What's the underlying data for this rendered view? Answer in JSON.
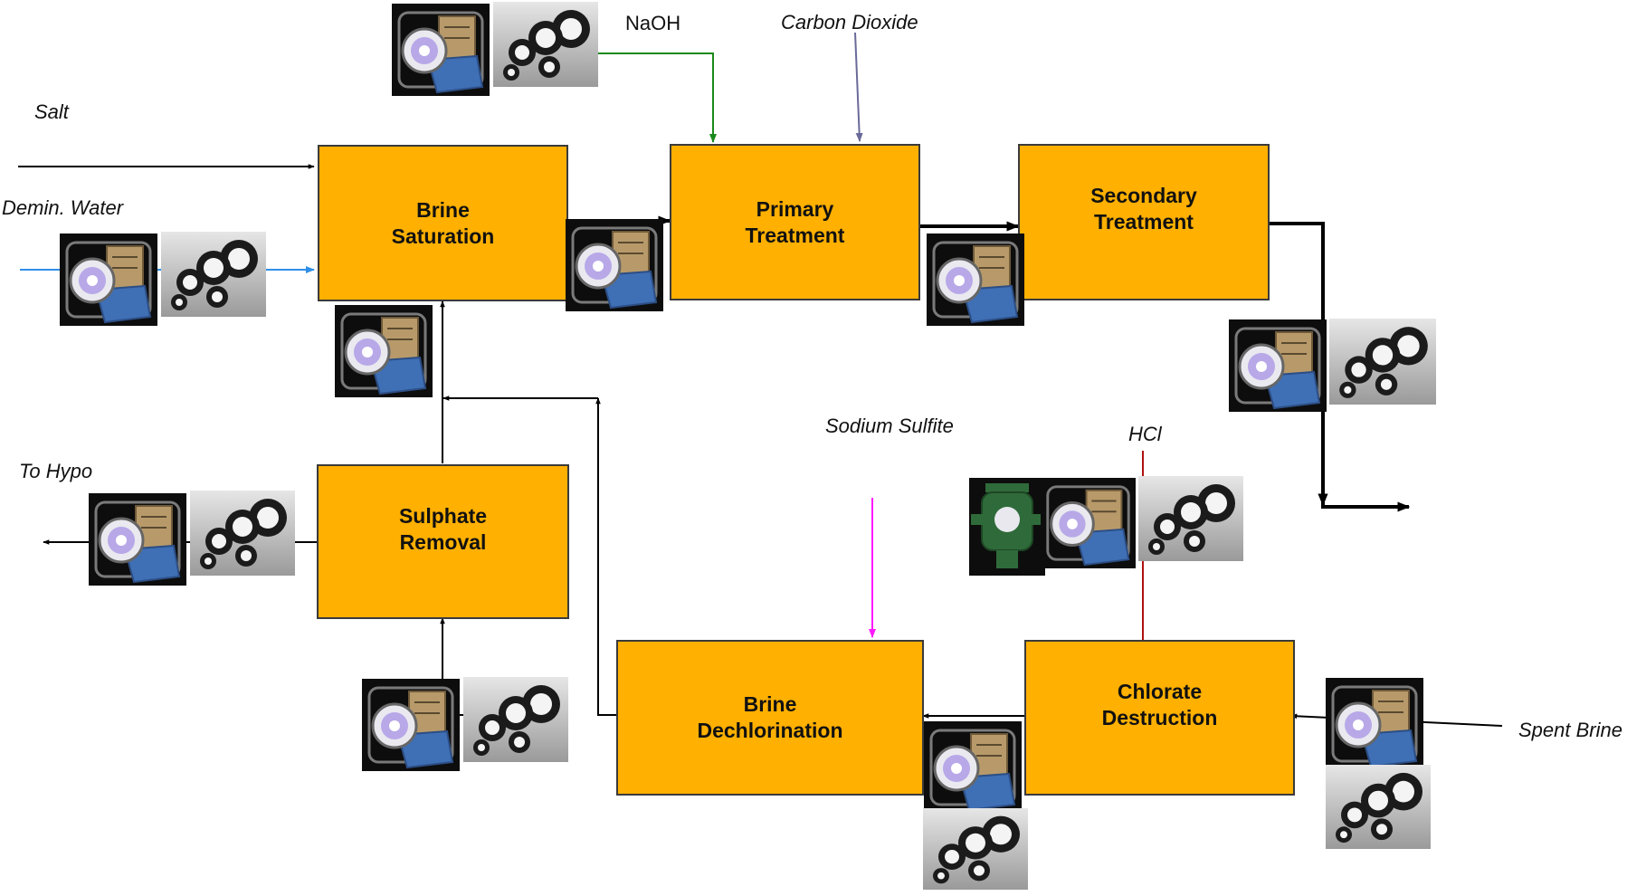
{
  "process_blocks": {
    "brine_saturation": "Brine\nSaturation",
    "primary_treatment": "Primary\nTreatment",
    "secondary_treatment": "Secondary\nTreatment",
    "sulphate_removal": "Sulphate\nRemoval",
    "brine_dechlorination": "Brine\nDechlorination",
    "chlorate_destruction": "Chlorate\nDestruction"
  },
  "stream_labels": {
    "salt": "Salt",
    "demin_water": "Demin. Water",
    "naoh": "NaOH",
    "carbon_dioxide": "Carbon Dioxide",
    "sodium_sulfite": "Sodium Sulfite",
    "hcl": "HCl",
    "to_hypo": "To Hypo",
    "spent_brine": "Spent Brine"
  },
  "colors": {
    "block_fill": "#ffb000",
    "naoh_line": "#1a8a1a",
    "co2_line": "#6a6a9a",
    "demin_water_line": "#2f8fe8",
    "sodium_sulfite_line": "#ff1aff",
    "hcl_line": "#b01010",
    "main_line": "#000000"
  },
  "equipment_icons": [
    "valve-assembly-icon",
    "pump-icon",
    "filter-vessel-icon"
  ]
}
